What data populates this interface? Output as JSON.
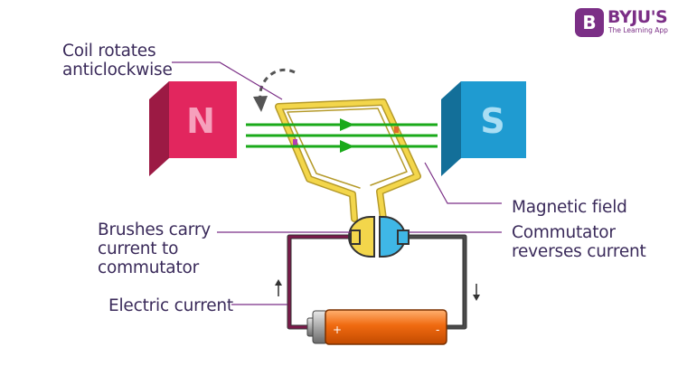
{
  "logo": {
    "mark": "B",
    "name": "BYJU'S",
    "tagline": "The Learning App",
    "color": "#7b2f86"
  },
  "labels": {
    "coil": [
      "Coil rotates",
      "anticlockwise"
    ],
    "magnetic_field": "Magnetic field",
    "brushes": [
      "Brushes carry",
      "current to",
      "commutator"
    ],
    "commutator": [
      "Commutator",
      "reverses current"
    ],
    "electric_current": "Electric current"
  },
  "magnets": {
    "north": {
      "letter": "N",
      "color": "#e2265e"
    },
    "south": {
      "letter": "S",
      "color": "#1f9bd1"
    }
  },
  "battery": {
    "positive": "+",
    "negative": "-",
    "color": "#f06a10"
  },
  "colors": {
    "field_lines": "#1aaa1a",
    "coil": "#f3d64b",
    "label_text": "#3a2a5a",
    "wire_left": "#7a1a4a",
    "wire_right": "#333333"
  },
  "icons": {
    "rotation": "curved-dashed-arrow-icon",
    "current_up": "arrow-up-icon",
    "current_down": "arrow-down-icon"
  }
}
